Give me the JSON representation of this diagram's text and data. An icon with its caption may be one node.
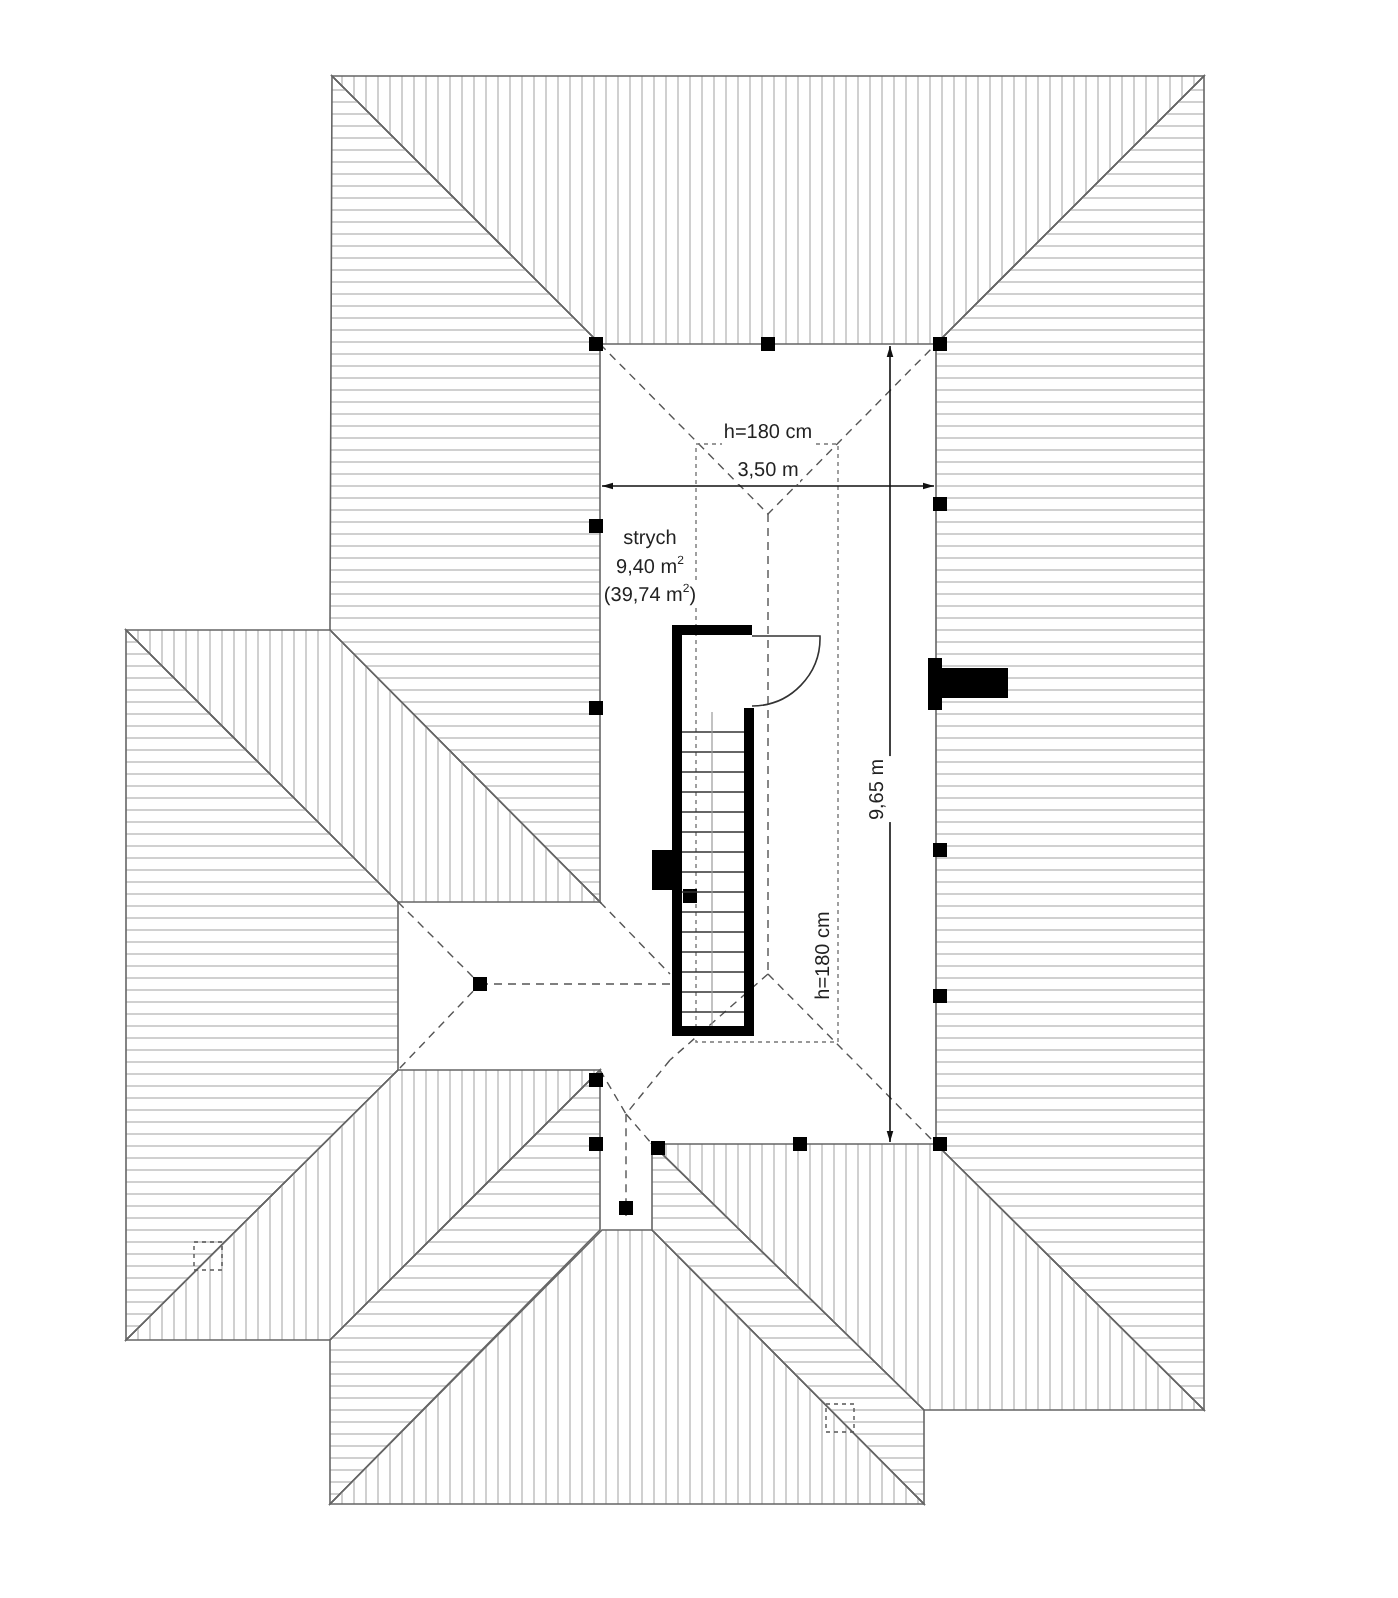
{
  "diagram": {
    "labels": [
      "h=180 cm",
      "3,50 m",
      "strych",
      "9,40 m$^{2}$",
      "(39,74 m$^{2}$)",
      "9,65 m",
      "h=180 cm"
    ]
  }
}
